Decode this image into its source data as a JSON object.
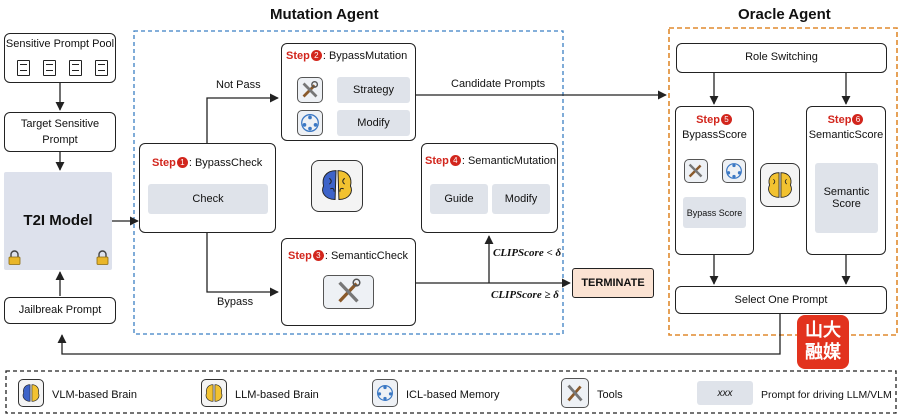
{
  "titles": {
    "mutation_agent": "Mutation Agent",
    "oracle_agent": "Oracle Agent"
  },
  "left": {
    "pool": "Sensitive Prompt Pool",
    "target_line1": "Target Sensitive",
    "target_line2": "Prompt",
    "t2i": "T2I Model",
    "jailbreak": "Jailbreak Prompt"
  },
  "steps": {
    "step_word": "Step",
    "s1": {
      "num": "1",
      "label": ": BypassCheck",
      "inner": "Check"
    },
    "s2": {
      "num": "2",
      "label": ": BypassMutation",
      "inner1": "Strategy",
      "inner2": "Modify"
    },
    "s3": {
      "num": "3",
      "label": ": SemanticCheck"
    },
    "s4": {
      "num": "4",
      "label": ": SemanticMutation",
      "inner1": "Guide",
      "inner2": "Modify"
    },
    "s5": {
      "num": "5",
      "label": "BypassScore",
      "inner": "Bypass Score"
    },
    "s6": {
      "num": "6",
      "label": "SemanticScore",
      "inner1": "Semantic",
      "inner2": "Score"
    }
  },
  "edges": {
    "not_pass": "Not Pass",
    "bypass": "Bypass",
    "candidate": "Candidate Prompts",
    "clip_lt": "CLIPScore < δ",
    "clip_ge": "CLIPScore ≥ δ"
  },
  "terminate": "TERMINATE",
  "oracle": {
    "role_switching": "Role Switching",
    "select": "Select One Prompt"
  },
  "watermark": {
    "line1": "山大",
    "line2": "融媒"
  },
  "legend": {
    "vlm": "VLM-based Brain",
    "llm": "LLM-based Brain",
    "icl": "ICL-based Memory",
    "tools": "Tools",
    "xxx": "xxx",
    "prompt": "Prompt for driving LLM/VLM"
  },
  "colors": {
    "step_red": "#d2261d",
    "mutation_border": "#3b7fc4",
    "oracle_border": "#e08a2e",
    "terminate_fill": "#fbe3d3"
  }
}
